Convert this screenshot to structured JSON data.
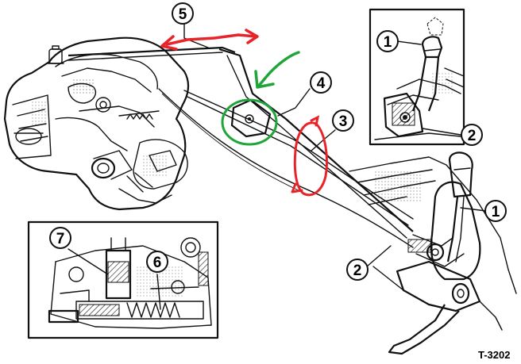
{
  "callouts": {
    "c1_inset": "1",
    "c2_inset": "2",
    "c3": "3",
    "c4": "4",
    "c5": "5",
    "c1_main": "1",
    "c2_main": "2",
    "c6": "6",
    "c7": "7"
  },
  "figure_id": "T-3202",
  "annotation_colors": {
    "red": "#e8242b",
    "green": "#1fa53a"
  }
}
